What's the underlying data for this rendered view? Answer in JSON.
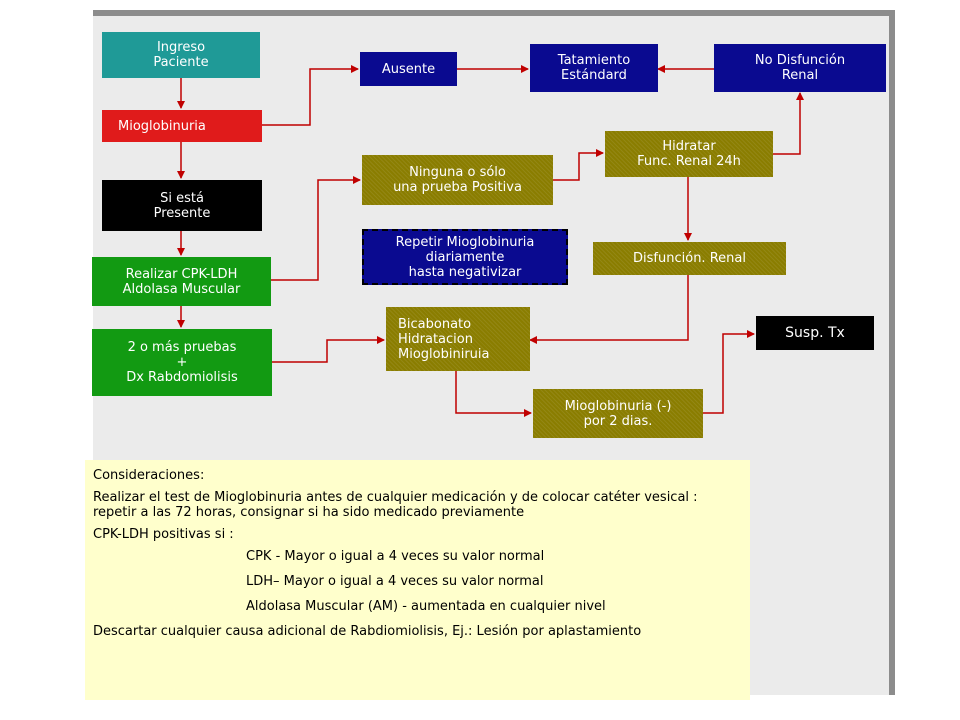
{
  "nodes": {
    "ingreso": "Ingreso\nPaciente",
    "mioglobinuria": "Mioglobinuria",
    "si_esta": "Si está\nPresente",
    "realizar": "Realizar CPK-LDH\nAldolasa Muscular",
    "dos_mas": "2 o más pruebas\n+\nDx Rabdomiolisis",
    "ausente": "Ausente",
    "tratamiento": "Tatamiento\nEstándard",
    "no_disfuncion": "No Disfunción\nRenal",
    "ninguna": "Ninguna o sólo\nuna prueba Positiva",
    "hidratar": "Hidratar\nFunc. Renal 24h",
    "repetir": "Repetir Mioglobinuria\ndiariamente\nhasta negativizar",
    "disfuncion": "Disfunción. Renal",
    "bicabonato": "Bicabonato\nHidratacion\nMioglobiniruia",
    "susp": "Susp. Tx",
    "mioglo_neg": "Mioglobinuria (-)\npor 2 dias."
  },
  "colors": {
    "teal": "#1f9a97",
    "red": "#e01b1b",
    "black": "#000000",
    "green": "#129a12",
    "navy": "#0a0a90",
    "olive": "#8a7d00",
    "arrow": "#c00000",
    "notes_bg": "#ffffcc"
  },
  "notes": {
    "heading": "Consideraciones:",
    "p1": "Realizar el test de Mioglobinuria antes de cualquier medicación y de colocar catéter vesical : repetir a las 72 horas, consignar si ha sido medicado previamente",
    "p2": "CPK-LDH positivas si :",
    "item1": "CPK - Mayor o igual a 4 veces su valor normal",
    "item2": "LDH– Mayor o igual a 4 veces su valor normal",
    "item3": "Aldolasa Muscular (AM) - aumentada en cualquier nivel",
    "p3": "Descartar cualquier causa adicional de Rabdiomiolisis, Ej.: Lesión por aplastamiento"
  }
}
